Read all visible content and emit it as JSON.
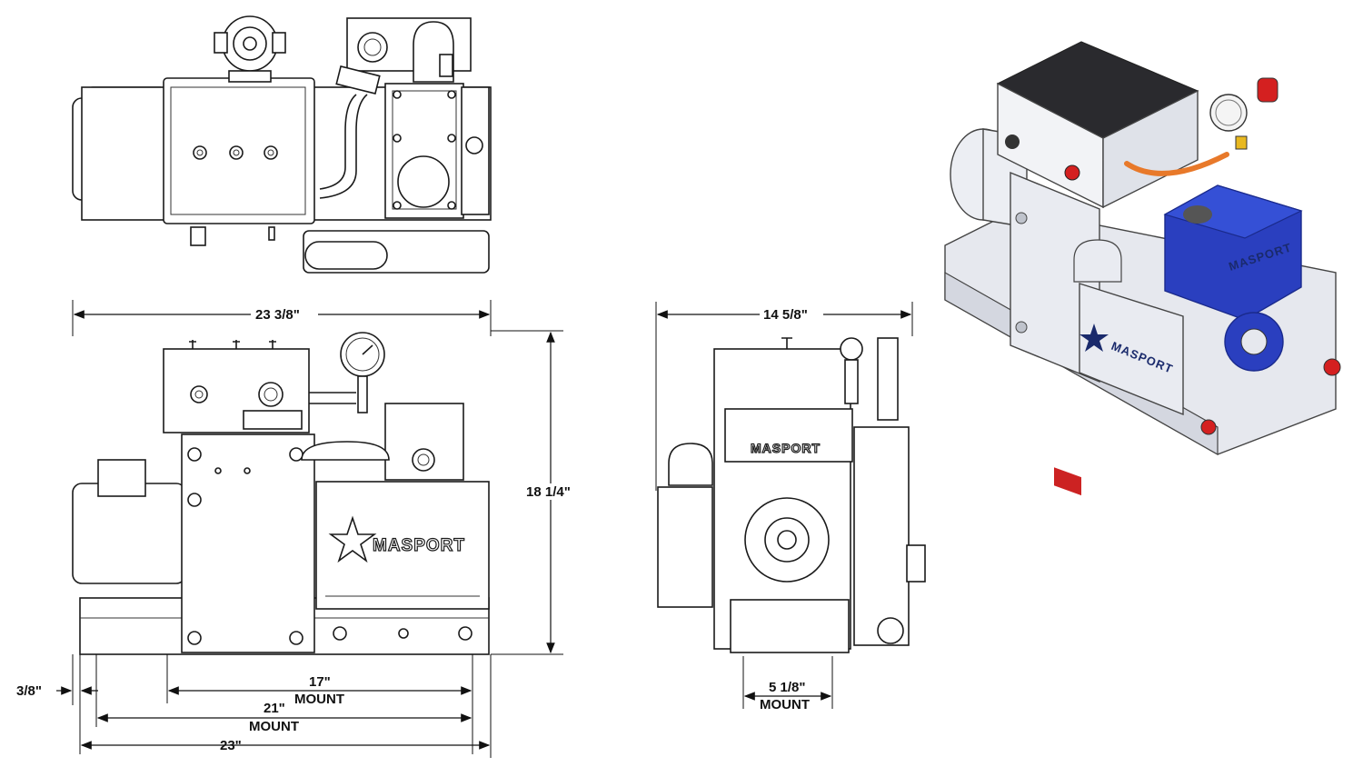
{
  "brand": "MASPORT",
  "dimensions": {
    "overall_length": "23 3/8\"",
    "height": "18 1/4\"",
    "depth": "14 5/8\"",
    "offset": "3/8\"",
    "mount_17": "17\"",
    "mount_21": "21\"",
    "base_23": "23\"",
    "mount_5": "5 1/8\"",
    "mount_label": "MOUNT"
  },
  "colors": {
    "pump_blue": "#2a3fbf",
    "pump_blue_dark": "#1a2a8c",
    "frame_grey": "#e6e8ee",
    "fitting_red": "#d42020",
    "hose_orange": "#e8792a",
    "valve_yellow": "#e8b820"
  }
}
